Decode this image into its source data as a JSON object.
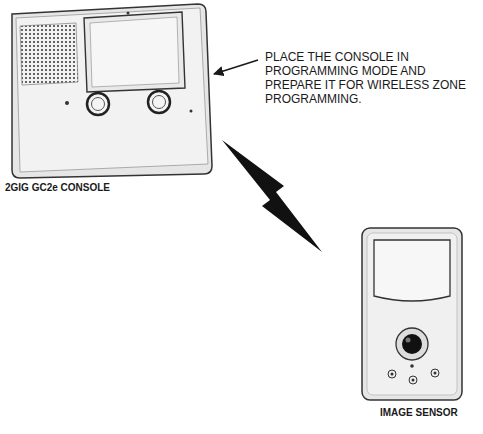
{
  "diagram": {
    "nodes": [
      {
        "text": [
          "2GIG GC2e CONSOLE"
        ]
      },
      {
        "text": [
          "IMAGE SENSOR"
        ]
      }
    ],
    "labels": [
      "PLACE THE CONSOLE IN PROGRAMMING MODE AND PREPARE IT FOR WIRELESS ZONE PROGRAMMING."
    ]
  }
}
